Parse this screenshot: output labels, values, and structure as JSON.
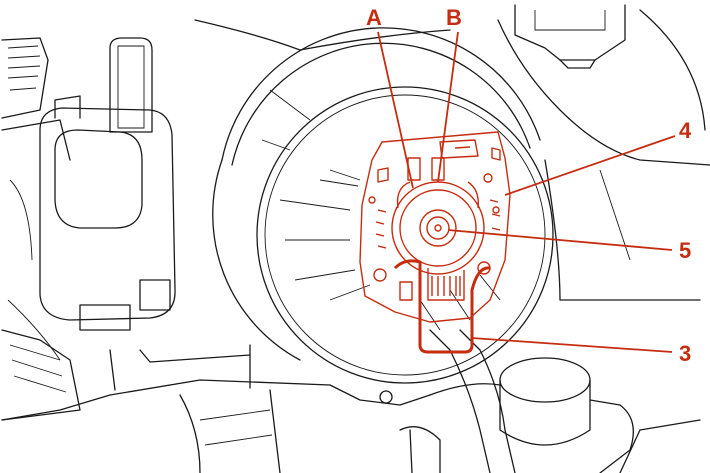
{
  "callouts": {
    "a": "A",
    "b": "B",
    "c3": "3",
    "c4": "4",
    "c5": "5"
  },
  "colors": {
    "line": "#1a1a1a",
    "highlight": "#c62d10",
    "background": "#ffffff"
  }
}
